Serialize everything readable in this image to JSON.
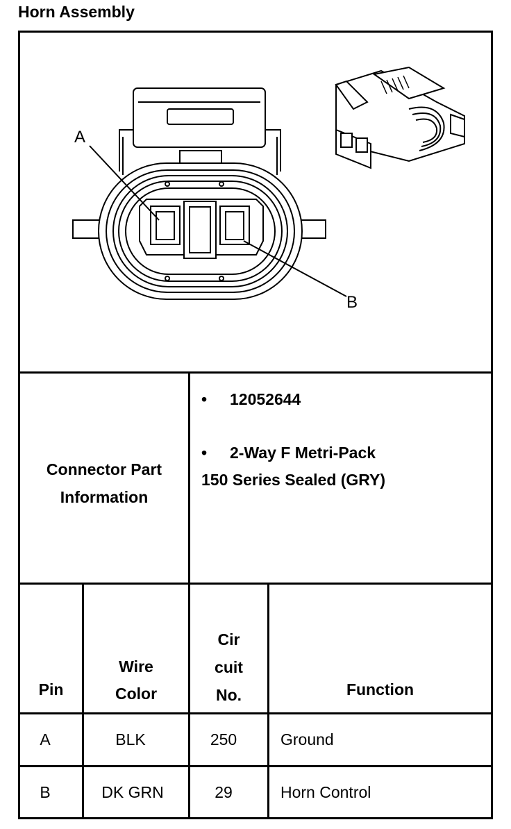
{
  "title": "Horn Assembly",
  "diagram": {
    "pin_labels": [
      "A",
      "B"
    ]
  },
  "connector_info": {
    "label_line1": "Connector Part",
    "label_line2": "Information",
    "bullet": "•",
    "part_number": "12052644",
    "description_line1": "2-Way F Metri-Pack",
    "description_line2": "150 Series Sealed (GRY)"
  },
  "pin_table": {
    "headers": {
      "pin": "Pin",
      "wire_color_1": "Wire",
      "wire_color_2": "Color",
      "circuit_1": "Cir",
      "circuit_2": "cuit",
      "circuit_3": "No.",
      "function": "Function"
    },
    "rows": [
      {
        "pin": "A",
        "wire_color": "BLK",
        "circuit": "250",
        "function": "Ground"
      },
      {
        "pin": "B",
        "wire_color": "DK GRN",
        "circuit": "29",
        "function": "Horn Control"
      }
    ]
  }
}
